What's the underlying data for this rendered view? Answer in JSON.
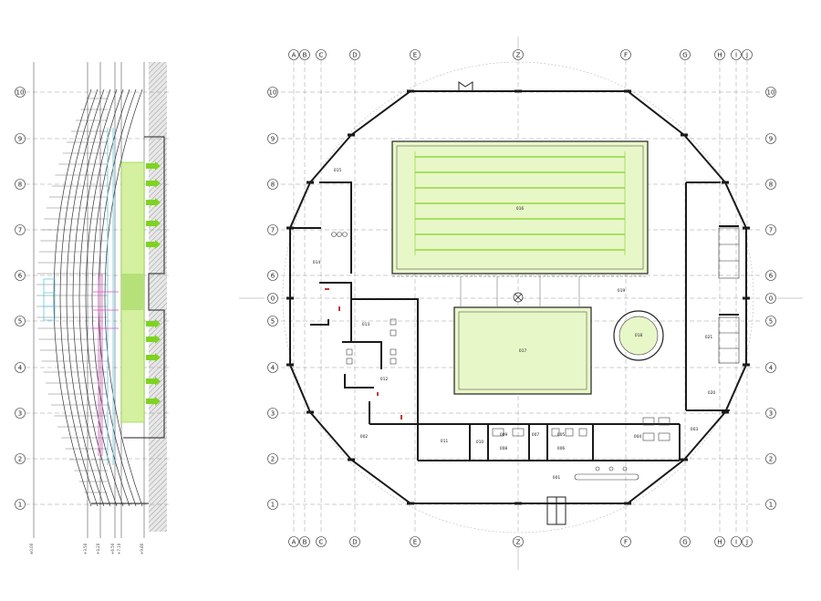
{
  "plan": {
    "column_grid": [
      "A",
      "B",
      "C",
      "D",
      "E",
      "Z",
      "F",
      "G",
      "H",
      "I",
      "J"
    ],
    "row_grid": [
      "10",
      "9",
      "8",
      "7",
      "6",
      "0",
      "5",
      "4",
      "3",
      "2",
      "1"
    ],
    "rooms": [
      {
        "id": "pool",
        "label": "016"
      },
      {
        "id": "learner-pool",
        "label": "017"
      },
      {
        "id": "hall",
        "label": "019"
      },
      {
        "id": "spa",
        "label": "018"
      },
      {
        "id": "room-015",
        "label": "015"
      },
      {
        "id": "room-014",
        "label": "014"
      },
      {
        "id": "room-013",
        "label": "013"
      },
      {
        "id": "room-012",
        "label": "012"
      },
      {
        "id": "room-002",
        "label": "002"
      },
      {
        "id": "room-011",
        "label": "011"
      },
      {
        "id": "room-010",
        "label": "010"
      },
      {
        "id": "room-009",
        "label": "009"
      },
      {
        "id": "room-008",
        "label": "008"
      },
      {
        "id": "room-007",
        "label": "007"
      },
      {
        "id": "room-006",
        "label": "006"
      },
      {
        "id": "room-005",
        "label": "005"
      },
      {
        "id": "room-004",
        "label": "004"
      },
      {
        "id": "room-003",
        "label": "003"
      },
      {
        "id": "room-020",
        "label": "020"
      },
      {
        "id": "room-021",
        "label": "021"
      },
      {
        "id": "room-001",
        "label": "001"
      }
    ]
  },
  "section": {
    "row_labels": [
      "10",
      "9",
      "8",
      "7",
      "6",
      "5",
      "4",
      "3",
      "2",
      "1"
    ]
  },
  "colors": {
    "line": "#1a1a1a",
    "grid": "#9a9a9a",
    "pool_lane": "#7ed321",
    "pool_fill": "#e8f7c8",
    "section_green": "#d4f0a0",
    "section_dark_green": "#b6e07a",
    "section_cyan": "#5bc8e6",
    "section_magenta": "#e64ec8",
    "hatch": "#c8c8c8"
  }
}
